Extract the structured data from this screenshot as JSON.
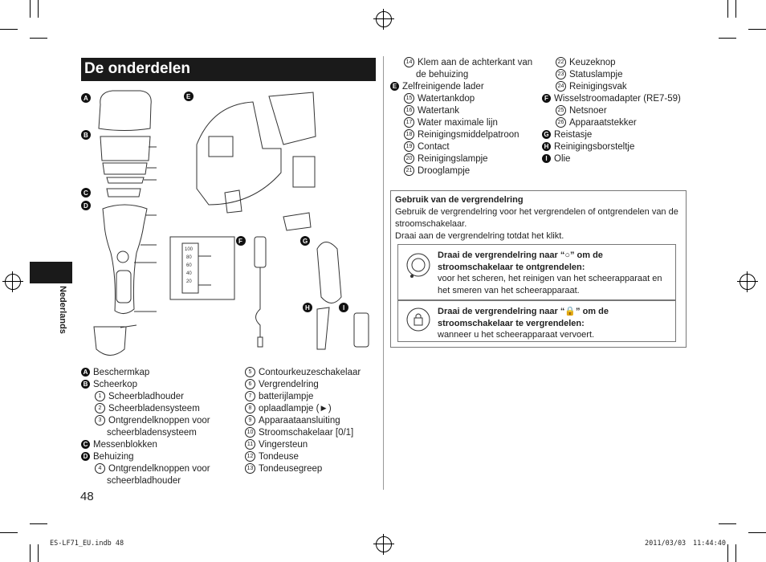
{
  "title": "De onderdelen",
  "side_label": "Nederlands",
  "page_number": "48",
  "footer": {
    "file": "ES-LF71_EU.indb   48",
    "date": "2011/03/03",
    "time": "11:44:40"
  },
  "legend_left": [
    {
      "k": "A",
      "t": "Beschermkap"
    },
    {
      "k": "B",
      "t": "Scheerkop"
    },
    {
      "n": "1",
      "t": "Scheerbladhouder"
    },
    {
      "n": "2",
      "t": "Scheerbladensysteem"
    },
    {
      "n": "3",
      "t": "Ontgrendelknoppen voor"
    },
    {
      "c": "scheerbladensysteem"
    },
    {
      "k": "C",
      "t": "Messenblokken"
    },
    {
      "k": "D",
      "t": "Behuizing"
    },
    {
      "n": "4",
      "t": "Ontgrendelknoppen voor"
    },
    {
      "c": "scheerbladhouder"
    }
  ],
  "legend_mid": [
    {
      "n": "5",
      "t": "Contourkeuzeschakelaar"
    },
    {
      "n": "6",
      "t": "Vergrendelring"
    },
    {
      "n": "7",
      "t": "batterijlampje"
    },
    {
      "n": "8",
      "t": "oplaadlampje (►)"
    },
    {
      "n": "9",
      "t": "Apparaataansluiting"
    },
    {
      "n": "10",
      "t": "Stroomschakelaar [0/1]"
    },
    {
      "n": "11",
      "t": "Vingersteun"
    },
    {
      "n": "12",
      "t": "Tondeuse"
    },
    {
      "n": "13",
      "t": "Tondeusegreep"
    }
  ],
  "legend_right1": [
    {
      "n": "14",
      "t": "Klem aan de achterkant van"
    },
    {
      "c": "de behuizing"
    },
    {
      "k": "E",
      "t": "Zelfreinigende lader"
    },
    {
      "n": "15",
      "t": "Watertankdop"
    },
    {
      "n": "16",
      "t": "Watertank"
    },
    {
      "n": "17",
      "t": "Water maximale lijn"
    },
    {
      "n": "18",
      "t": "Reinigingsmiddelpatroon"
    },
    {
      "n": "19",
      "t": "Contact"
    },
    {
      "n": "20",
      "t": "Reinigingslampje"
    },
    {
      "n": "21",
      "t": "Drooglampje"
    }
  ],
  "legend_right2": [
    {
      "n": "22",
      "t": "Keuzeknop"
    },
    {
      "n": "23",
      "t": "Statuslampje"
    },
    {
      "n": "24",
      "t": "Reinigingsvak"
    },
    {
      "k": "F",
      "t": "Wisselstroomadapter (RE7-59)"
    },
    {
      "n": "25",
      "t": "Netsnoer"
    },
    {
      "n": "26",
      "t": "Apparaatstekker"
    },
    {
      "k": "G",
      "t": "Reistasje"
    },
    {
      "k": "H",
      "t": "Reinigingsborsteltje"
    },
    {
      "k": "I",
      "t": "Olie"
    }
  ],
  "lock_box": {
    "heading": "Gebruik van de vergrendelring",
    "line1": "Gebruik de vergrendelring voor het vergrendelen of ontgrendelen van de stroomschakelaar.",
    "line2": "Draai aan de vergrendelring totdat het klikt.",
    "unlock_bold": "Draai de vergrendelring naar “○” om de stroomschakelaar te ontgrendelen:",
    "unlock_text": "voor het scheren, het reinigen van het scheerapparaat en het smeren van het scheerapparaat.",
    "lock_bold": "Draai de vergrendelring naar “🔒” om de stroomschakelaar te vergrendelen:",
    "lock_text": "wanneer u het scheerapparaat vervoert."
  },
  "gauge_labels": [
    "100",
    "80",
    "60",
    "40",
    "20"
  ],
  "diagram_letters": [
    "A",
    "B",
    "C",
    "D",
    "E",
    "F",
    "G",
    "H",
    "I"
  ]
}
